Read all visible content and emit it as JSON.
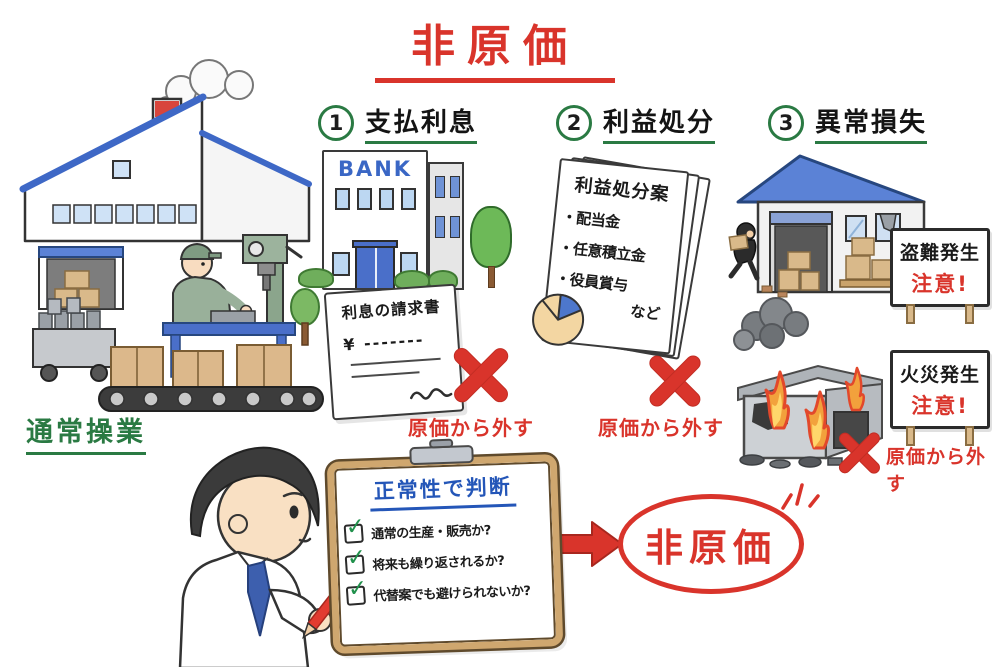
{
  "title": "非原価",
  "sections": [
    {
      "number": "1",
      "label": "支払利息"
    },
    {
      "number": "2",
      "label": "利益処分"
    },
    {
      "number": "3",
      "label": "異常損失"
    }
  ],
  "exclude_label": "原価から外す",
  "factory_label": "通常操業",
  "bank": {
    "sign": "BANK"
  },
  "invoice": {
    "title": "利息の請求書",
    "amount": "¥ -------"
  },
  "profit_doc": {
    "title": "利益処分案",
    "items": [
      "・配当金",
      "・任意積立金",
      "・役員賞与"
    ],
    "etc": "など"
  },
  "signs": {
    "theft": {
      "line1": "盗難発生",
      "line2": "注意!"
    },
    "fire": {
      "line1": "火災発生",
      "line2": "注意!"
    }
  },
  "checklist": {
    "title": "正常性で判断",
    "items": [
      "通常の生産・販売か?",
      "将来も繰り返されるか?",
      "代替案でも避けられないか?"
    ]
  },
  "result": {
    "label": "非原価"
  },
  "icons": {
    "check": "✓"
  },
  "colors": {
    "red": "#d9342b",
    "green": "#2a7a43",
    "blue": "#2456b8",
    "roof_blue": "#5b82d6"
  }
}
